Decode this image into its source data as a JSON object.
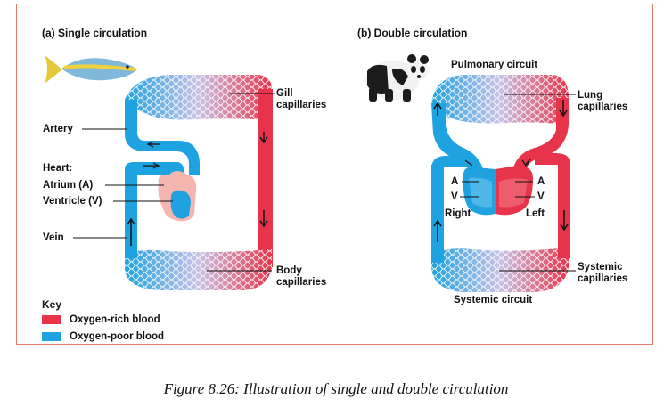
{
  "panel_a": {
    "title": "(a) Single circulation",
    "gill_capillaries": "Gill\ncapillaries",
    "artery": "Artery",
    "heart": "Heart:",
    "atrium": "Atrium (A)",
    "ventricle": "Ventricle (V)",
    "vein": "Vein",
    "body_capillaries": "Body\ncapillaries"
  },
  "panel_b": {
    "title": "(b) Double circulation",
    "pulmonary_circuit": "Pulmonary circuit",
    "lung_capillaries": "Lung\ncapillaries",
    "a_left_label": "A",
    "v_left_label": "V",
    "a_right_label": "A",
    "v_right_label": "V",
    "right": "Right",
    "left": "Left",
    "systemic_capillaries": "Systemic\ncapillaries",
    "systemic_circuit": "Systemic circuit"
  },
  "key": {
    "title": "Key",
    "items": [
      {
        "label": "Oxygen-rich blood",
        "color": "#e8344a"
      },
      {
        "label": "Oxygen-poor blood",
        "color": "#1ea3e0"
      }
    ]
  },
  "colors": {
    "oxygen_rich": "#e8344a",
    "oxygen_poor": "#1ea3e0",
    "frame": "#e07a6a"
  },
  "icons": [
    "fish-icon",
    "panda-icon"
  ],
  "caption": "Figure 8.26: Illustration of single and double circulation"
}
